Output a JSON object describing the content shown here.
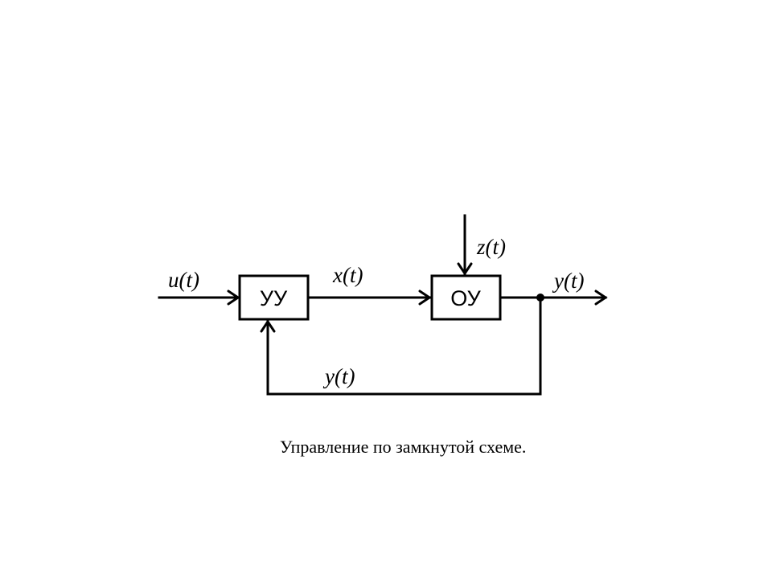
{
  "blocks": {
    "controller": "УУ",
    "plant": "ОУ"
  },
  "signals": {
    "input": "u(t)",
    "control": "x(t)",
    "disturbance": "z(t)",
    "output": "y(t)",
    "feedback": "y(t)"
  },
  "caption": "Управление по замкнутой схеме."
}
